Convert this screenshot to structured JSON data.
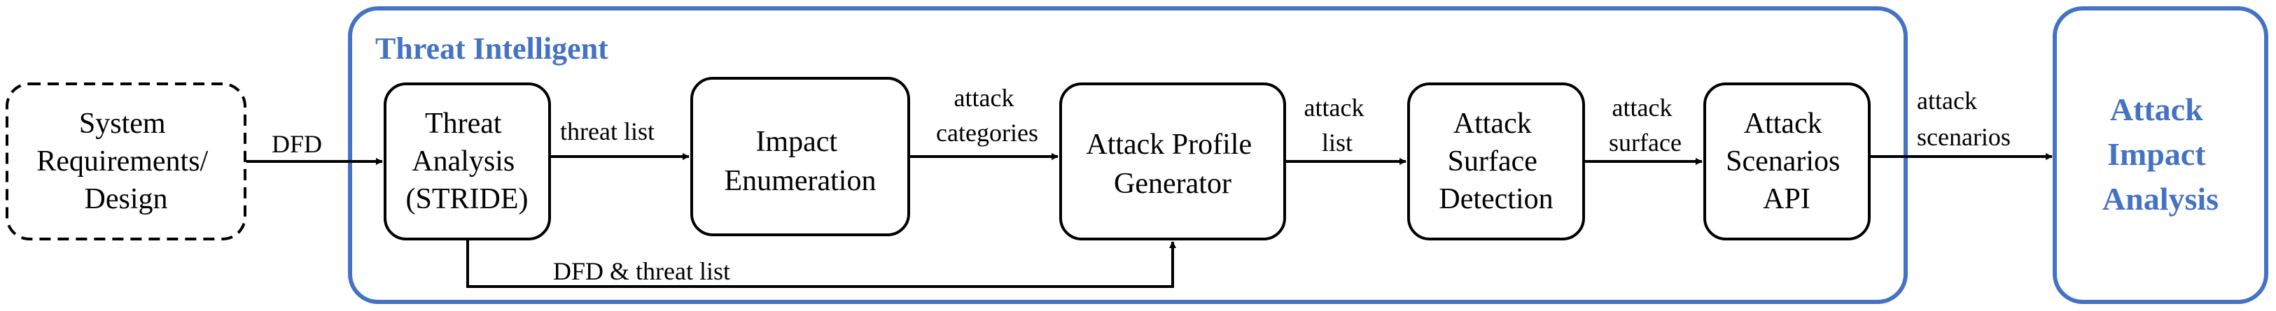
{
  "container": {
    "title": "Threat Intelligent",
    "color": "#4472c4"
  },
  "input_node": {
    "lines": [
      "System",
      "Requirements/",
      "Design"
    ]
  },
  "stride_node": {
    "lines": [
      "Threat",
      "Analysis",
      "(STRIDE)"
    ]
  },
  "impact_enum_node": {
    "lines": [
      "Impact",
      "Enumeration"
    ]
  },
  "profile_node": {
    "lines": [
      "Attack Profile",
      "Generator"
    ]
  },
  "surface_node": {
    "lines": [
      "Attack",
      "Surface",
      "Detection"
    ]
  },
  "scenarios_node": {
    "lines": [
      "Attack",
      "Scenarios",
      "API"
    ]
  },
  "output_node": {
    "lines": [
      "Attack",
      "Impact",
      "Analysis"
    ]
  },
  "edges": {
    "dfd": "DFD",
    "threat_list": "threat list",
    "attack_categories": [
      "attack",
      "categories"
    ],
    "attack_list": [
      "attack",
      "list"
    ],
    "attack_surface": [
      "attack",
      "surface"
    ],
    "attack_scenarios": [
      "attack",
      "scenarios"
    ],
    "dfd_threat_list": "DFD & threat list"
  }
}
